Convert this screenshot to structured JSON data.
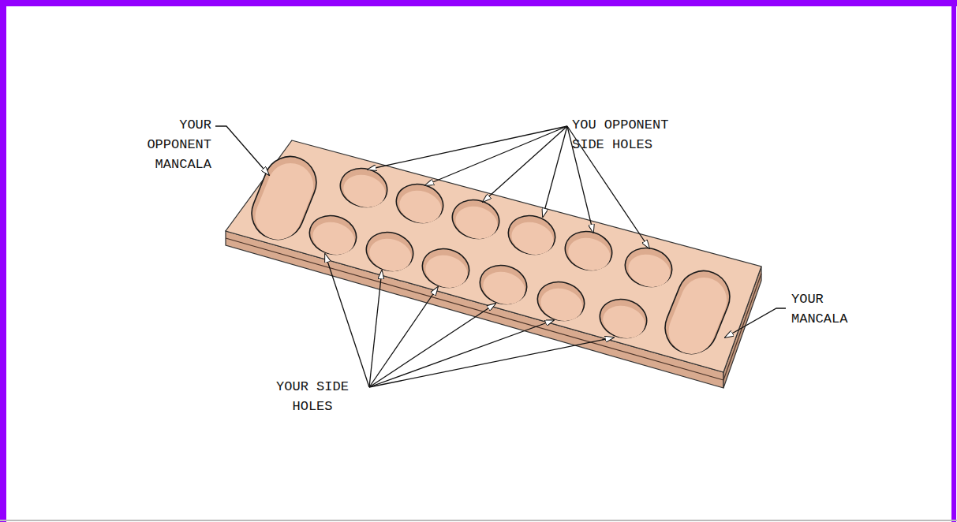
{
  "diagram": {
    "labels": [
      "YOUR OPPONENT MANCALA",
      "YOU OPPONENT SIDE HOLES",
      "YOUR MANCALA",
      "YOUR SIDE HOLES"
    ]
  }
}
